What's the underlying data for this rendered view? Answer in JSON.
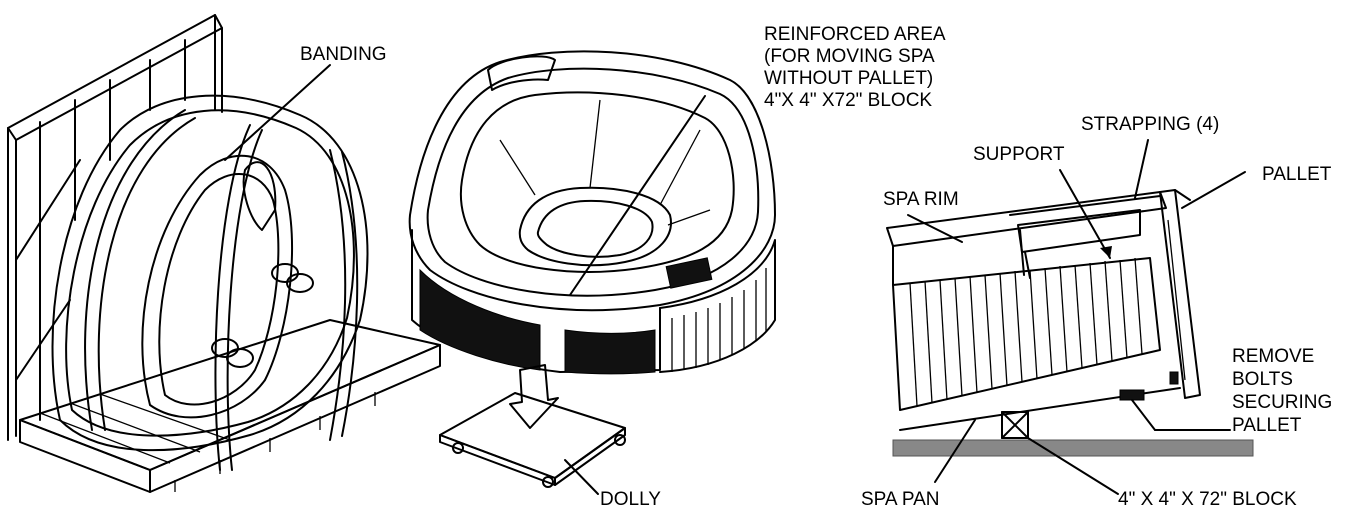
{
  "labels": {
    "banding": "BANDING",
    "reinforced_1": "REINFORCED AREA",
    "reinforced_2": "(FOR MOVING SPA",
    "reinforced_3": "WITHOUT PALLET)",
    "reinforced_4": "4\"X 4\" X72\" BLOCK",
    "strapping": "STRAPPING (4)",
    "support": "SUPPORT",
    "pallet": "PALLET",
    "spa_rim": "SPA RIM",
    "remove_1": "REMOVE",
    "remove_2": "BOLTS",
    "remove_3": "SECURING",
    "remove_4": "PALLET",
    "dolly": "DOLLY",
    "spa_pan": "SPA PAN",
    "block": "4\" X 4\" X 72\" BLOCK"
  },
  "colors": {
    "line": "#000000",
    "floor": "#888888",
    "skirt": "#111111"
  }
}
